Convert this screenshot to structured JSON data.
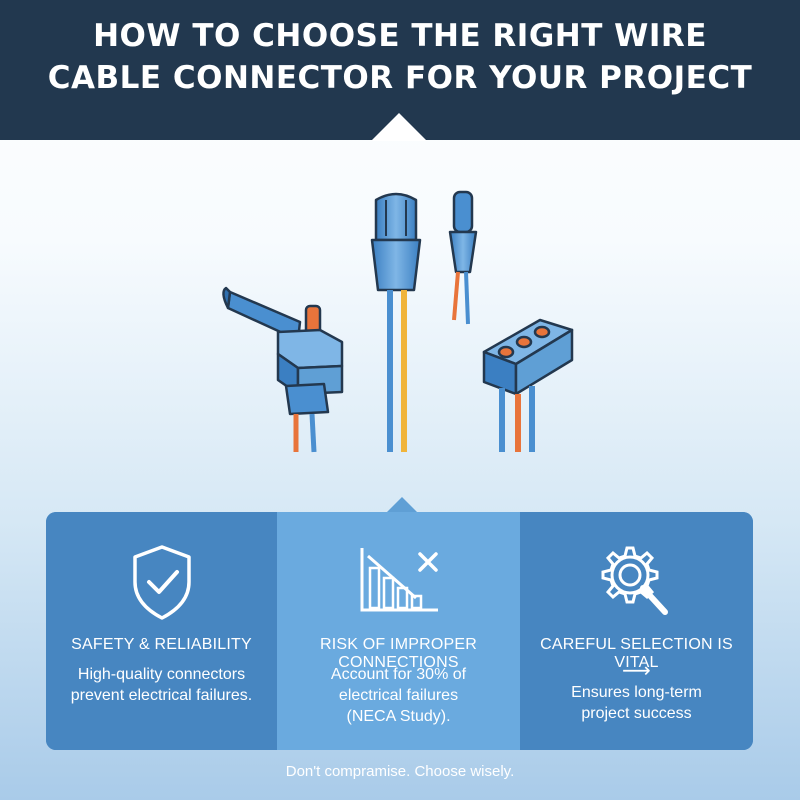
{
  "header": {
    "title_line1": "HOW TO CHOOSE THE RIGHT WIRE",
    "title_line2": "CABLE CONNECTOR FOR YOUR PROJECT"
  },
  "illustration": {
    "description_icons": [
      "ring-terminal-connector",
      "bullet-connector",
      "pin-connector",
      "terminal-block-connector"
    ]
  },
  "panels": [
    {
      "icon": "shield-check-icon",
      "heading": "SAFETY & RELIABILITY",
      "text": "High-quality connectors prevent electrical failures."
    },
    {
      "icon": "declining-chart-icon",
      "heading": "RISK OF IMPROPER CONNECTIONS",
      "text": "Account for 30% of electrical failures (NECA Study)."
    },
    {
      "icon": "gear-magnifier-icon",
      "heading": "CAREFUL SELECTION IS VITAL",
      "arrow": "⟶",
      "text": "Ensures long-term project success"
    }
  ],
  "footer": {
    "tagline": "Don't compramise. Choose wisely."
  },
  "colors": {
    "header_bg": "#22384f",
    "panel_dark": "#4786c1",
    "panel_light": "#6aaadf",
    "connector_blue": "#4a8fd0",
    "wire_orange": "#e8743b",
    "wire_yellow": "#f0b43a"
  }
}
